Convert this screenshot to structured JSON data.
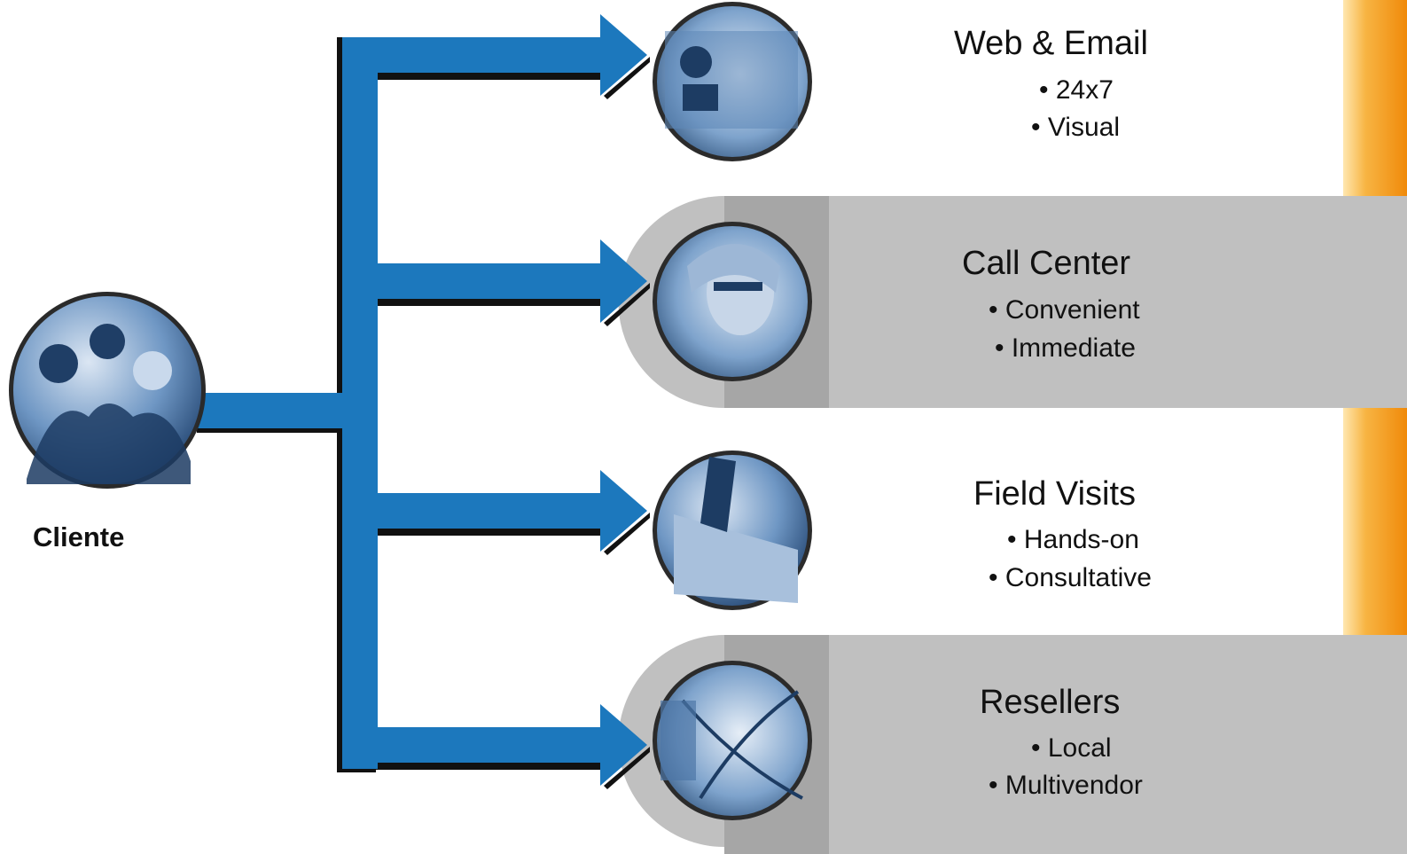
{
  "customer": {
    "label": "Cliente",
    "image": "customer-group-photo"
  },
  "channels": [
    {
      "title": "Web & Email",
      "bullets": [
        "• 24x7",
        "• Visual"
      ],
      "image": "website-screenshot"
    },
    {
      "title": "Call Center",
      "bullets": [
        "• Convenient",
        "• Immediate"
      ],
      "image": "headset-agent-photo"
    },
    {
      "title": "Field Visits",
      "bullets": [
        "• Hands-on",
        "• Consultative"
      ],
      "image": "laptop-keyboard-photo"
    },
    {
      "title": "Resellers",
      "bullets": [
        "• Local",
        "• Multivendor"
      ],
      "image": "building-abstract-photo"
    }
  ],
  "colors": {
    "arrow": "#1c78bd",
    "arrow_shadow": "#111111",
    "band": "#c0c0c0",
    "band_ring": "#a5a5a5",
    "accent_strip": "#f5a013",
    "photo_tint": "#3f74ad"
  }
}
